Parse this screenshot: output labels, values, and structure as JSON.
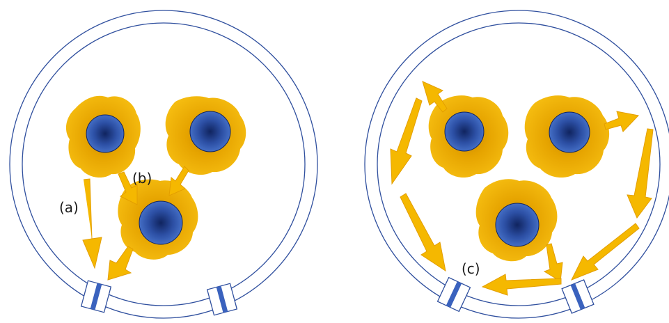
{
  "labels": {
    "a": "(a)",
    "b": "(b)",
    "c": "(c)"
  },
  "colors": {
    "ring": "#2f4f9e",
    "cytoplasm": "#f2b400",
    "cytoplasm_dark": "#dc9a00",
    "nucleus": "#3e66be",
    "nucleus_dark": "#10245f",
    "arrow": "#f5b800",
    "arrow_edge": "#e39e00",
    "electrode_bar": "#3a62be"
  },
  "icons": {
    "cell": "cell-icon",
    "electrode": "electrode-icon",
    "arrow": "arrow-icon"
  }
}
